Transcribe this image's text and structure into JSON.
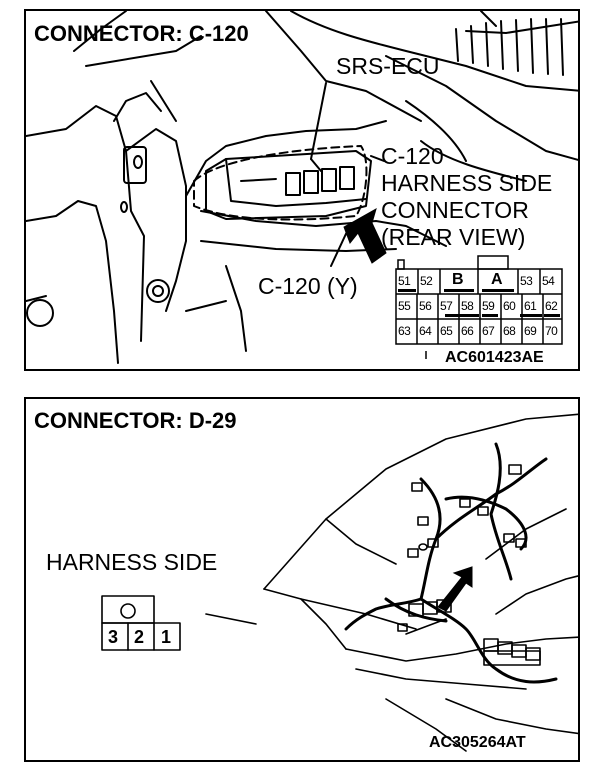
{
  "top": {
    "title": "CONNECTOR: C-120",
    "ecu_label": "SRS-ECU",
    "harness_lines": [
      "C-120",
      "HARNESS SIDE",
      "CONNECTOR",
      "(REAR VIEW)"
    ],
    "connector_tag": "C-120 (Y)",
    "figure_code": "AC601423AE",
    "pins_row1": [
      "51",
      "52",
      "B",
      "A",
      "53",
      "54"
    ],
    "pins_row2": [
      "55",
      "56",
      "57",
      "58",
      "59",
      "60",
      "61",
      "62"
    ],
    "pins_row3": [
      "63",
      "64",
      "65",
      "66",
      "67",
      "68",
      "69",
      "70"
    ]
  },
  "bottom": {
    "title": "CONNECTOR: D-29",
    "harness_label": "HARNESS SIDE",
    "pins": [
      "3",
      "2",
      "1"
    ],
    "figure_code": "AC305264AT"
  },
  "colors": {
    "line": "#000000",
    "background": "#ffffff"
  }
}
